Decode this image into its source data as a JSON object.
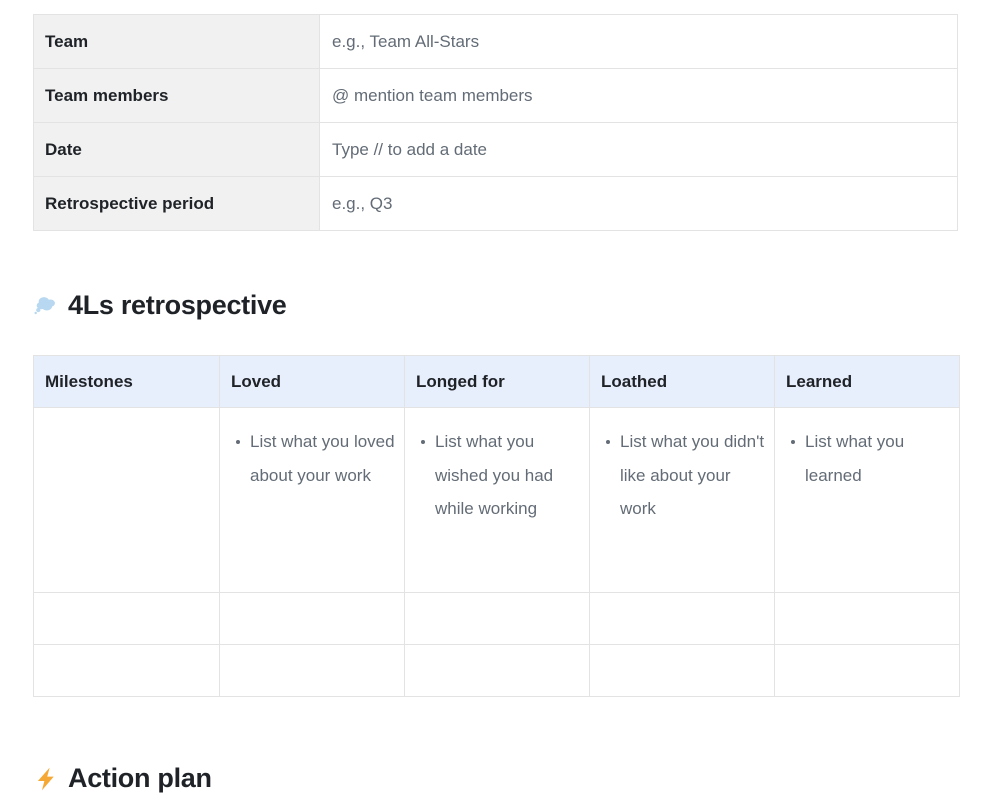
{
  "meta_table": {
    "name": "retrospective-meta-table",
    "rows": [
      {
        "label": "Team",
        "placeholder": "e.g., Team All-Stars"
      },
      {
        "label": "Team members",
        "placeholder": "@ mention team members"
      },
      {
        "label": "Date",
        "placeholder": "Type // to add a date"
      },
      {
        "label": "Retrospective period",
        "placeholder": "e.g., Q3"
      }
    ]
  },
  "sections": [
    {
      "id": "four-ls",
      "icon": "thought-balloon-icon",
      "icon_color": "#b7d8f0",
      "title": "4Ls retrospective"
    },
    {
      "id": "action-plan",
      "icon": "high-voltage-icon",
      "icon_color": "#f5a833",
      "title": "Action plan"
    }
  ],
  "fourls_table": {
    "headers": [
      "Milestones",
      "Loved",
      "Longed for",
      "Loathed",
      "Learned"
    ],
    "header_background": "#e8effc",
    "rows": [
      {
        "cells": [
          {
            "items": []
          },
          {
            "items": [
              "List what you loved about your work"
            ]
          },
          {
            "items": [
              "List what you wished you had while working"
            ]
          },
          {
            "items": [
              "List what you didn't like about your work"
            ]
          },
          {
            "items": [
              "List what you learned"
            ]
          }
        ]
      },
      {
        "cells": [
          {
            "items": []
          },
          {
            "items": []
          },
          {
            "items": []
          },
          {
            "items": []
          },
          {
            "items": []
          }
        ]
      },
      {
        "cells": [
          {
            "items": []
          },
          {
            "items": []
          },
          {
            "items": []
          },
          {
            "items": []
          },
          {
            "items": []
          }
        ]
      }
    ]
  },
  "colors": {
    "label_cell_background": "#f1f1f1",
    "placeholder_text": "#636c76",
    "border": "#e3e3e3",
    "text": "#1f2328"
  }
}
